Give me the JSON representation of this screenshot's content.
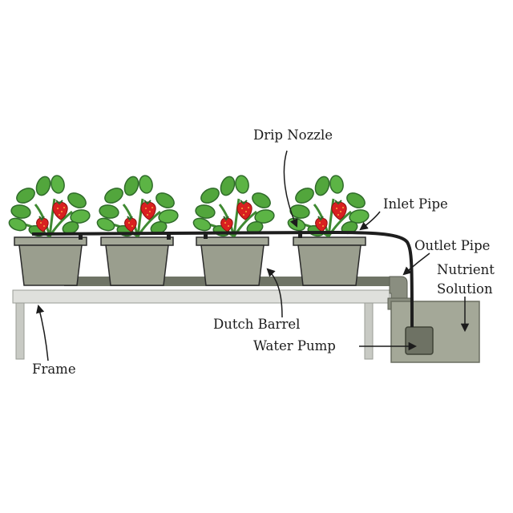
{
  "labels": {
    "drip_nozzle": "Drip Nozzle",
    "inlet_pipe": "Inlet Pipe",
    "outlet_pipe": "Outlet Pipe",
    "nutrient_line1": "Nutrient",
    "nutrient_line2": "Solution",
    "dutch_barrel": "Dutch Barrel",
    "water_pump": "Water Pump",
    "frame": "Frame"
  },
  "colors": {
    "pot": "#9a9e8e",
    "pot_rim": "#a4a898",
    "pot_outline": "#2a2a2a",
    "tray_pipe": "#6f7466",
    "table_top": "#dfe0dc",
    "table_leg": "#c8cac4",
    "tank": "#a4a898",
    "pump": "#6e7264",
    "drip_hose": "#1e1e1e",
    "leaf": "#52a63c",
    "leaf_dark": "#2f6b2a",
    "berry": "#d92020",
    "stem": "#3f8a32"
  },
  "icons": {
    "plant": "strawberry-plant-icon",
    "pot": "dutch-barrel-pot",
    "arrow": "leader-arrow"
  }
}
